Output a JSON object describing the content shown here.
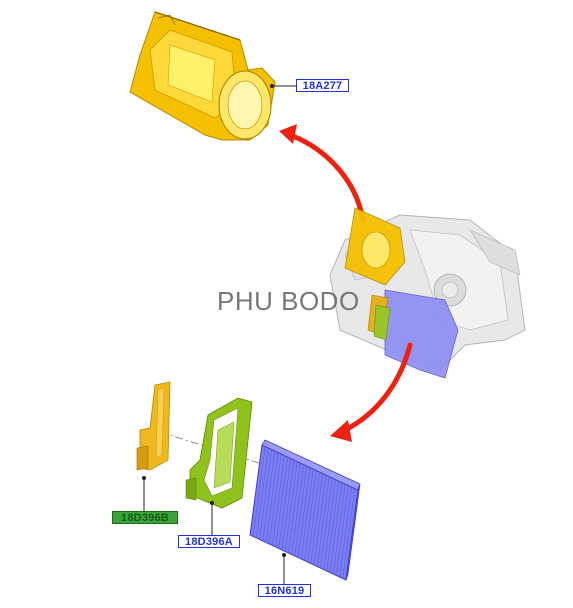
{
  "diagram": {
    "parts": [
      {
        "id": "air-intake-housing",
        "label": "18A277",
        "label_style": "blue",
        "color": "#f5c000"
      },
      {
        "id": "filter-cover",
        "label": "18D396B",
        "label_style": "green",
        "color": "#f0b820"
      },
      {
        "id": "filter-frame",
        "label": "18D396A",
        "label_style": "blue",
        "color": "#8fc21c"
      },
      {
        "id": "cabin-air-filter",
        "label": "16N619",
        "label_style": "blue",
        "color": "#7b7ef0"
      }
    ],
    "arrow_color": "#ee2211",
    "watermark": "PHU BODO"
  }
}
